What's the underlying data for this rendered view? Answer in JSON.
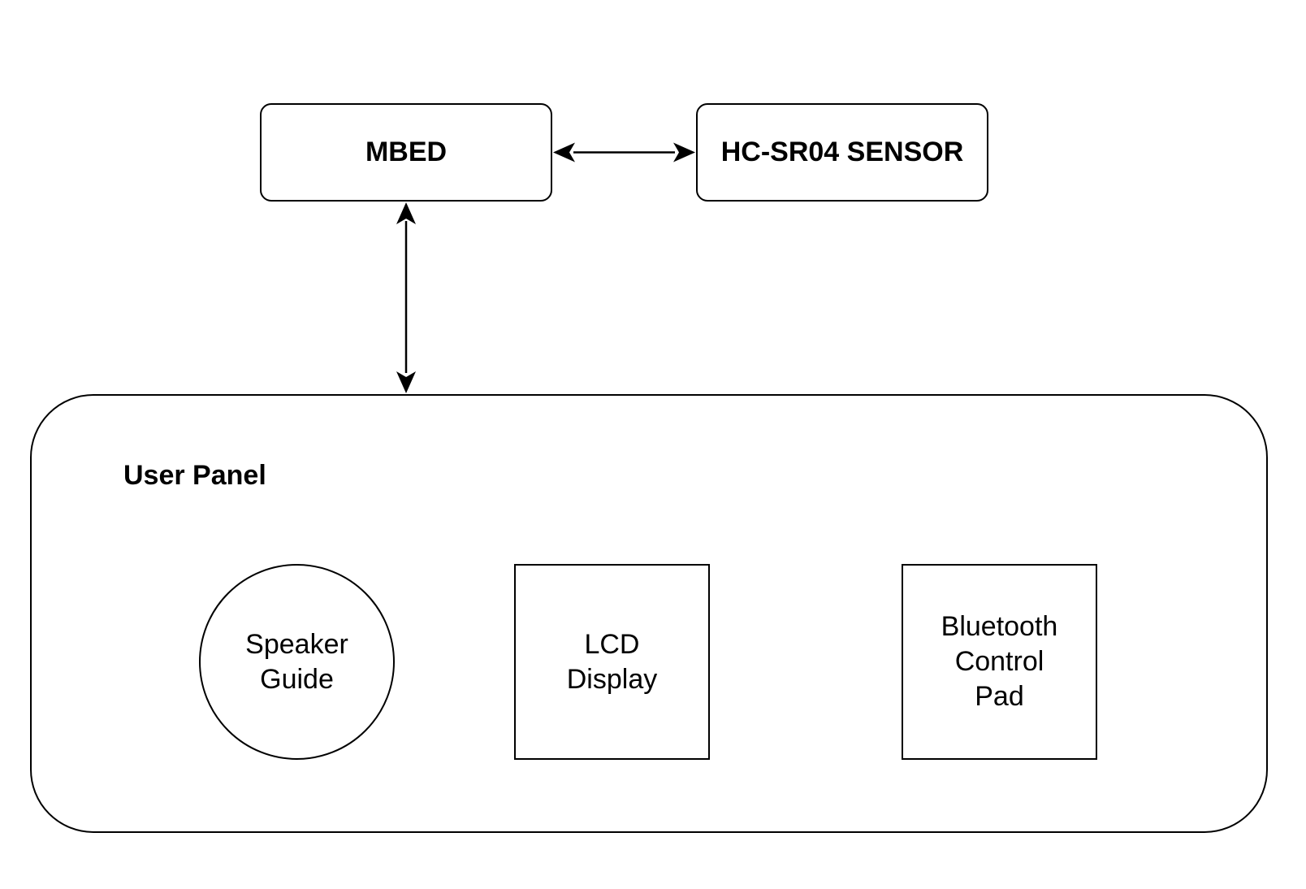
{
  "diagram": {
    "nodes": {
      "mbed": {
        "label": "MBED"
      },
      "sensor": {
        "label": "HC-SR04 SENSOR"
      }
    },
    "user_panel": {
      "title": "User Panel",
      "components": {
        "speaker": {
          "lines": [
            "Speaker",
            "Guide"
          ],
          "shape": "circle"
        },
        "lcd": {
          "lines": [
            "LCD",
            "Display"
          ],
          "shape": "square"
        },
        "bluetooth": {
          "lines": [
            "Bluetooth",
            "Control",
            "Pad"
          ],
          "shape": "square"
        }
      }
    },
    "edges": [
      {
        "from": "MBED",
        "to": "HC-SR04 SENSOR",
        "direction": "bidirectional"
      },
      {
        "from": "MBED",
        "to": "User Panel",
        "direction": "bidirectional"
      }
    ],
    "colors": {
      "stroke": "#000000",
      "background": "#ffffff"
    }
  }
}
